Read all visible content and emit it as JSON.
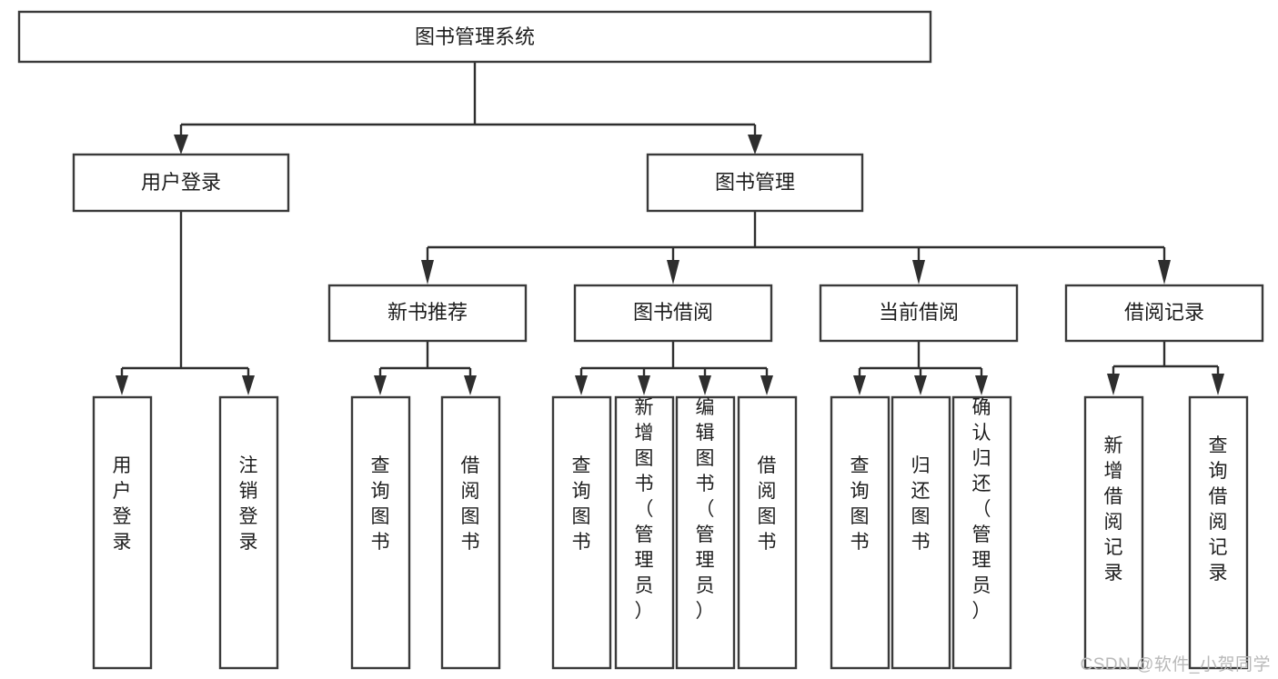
{
  "diagram": {
    "title": "图书管理系统",
    "watermark": "CSDN @软件_小贺同学",
    "orientation": "top-down-tree",
    "background_color": "#ffffff",
    "box_stroke_color": "#3a3a3a",
    "connector_color": "#2e2e2e",
    "text_color": "#1d1d1d"
  },
  "nodes": {
    "root": {
      "label": "图书管理系统",
      "level": 1
    },
    "level2": [
      {
        "id": "user-login",
        "label": "用户登录"
      },
      {
        "id": "book-management",
        "label": "图书管理"
      }
    ],
    "level3": [
      {
        "id": "new-book-recommend",
        "label": "新书推荐",
        "parent": "book-management"
      },
      {
        "id": "book-borrow",
        "label": "图书借阅",
        "parent": "book-management"
      },
      {
        "id": "current-borrow",
        "label": "当前借阅",
        "parent": "book-management"
      },
      {
        "id": "borrow-record",
        "label": "借阅记录",
        "parent": "book-management"
      }
    ],
    "leaves": {
      "user-login": [
        {
          "id": "leaf-user-login",
          "label": "用户登录"
        },
        {
          "id": "leaf-logout",
          "label": "注销登录"
        }
      ],
      "new-book-recommend": [
        {
          "id": "leaf-query-book-1",
          "label": "查询图书"
        },
        {
          "id": "leaf-borrow-book-1",
          "label": "借阅图书"
        }
      ],
      "book-borrow": [
        {
          "id": "leaf-query-book-2",
          "label": "查询图书"
        },
        {
          "id": "leaf-add-book",
          "label": "新增图书（管理员）"
        },
        {
          "id": "leaf-edit-book",
          "label": "编辑图书（管理员）"
        },
        {
          "id": "leaf-borrow-book-2",
          "label": "借阅图书"
        }
      ],
      "current-borrow": [
        {
          "id": "leaf-query-book-3",
          "label": "查询图书"
        },
        {
          "id": "leaf-return-book",
          "label": "归还图书"
        },
        {
          "id": "leaf-confirm-return",
          "label": "确认归还（管理员）"
        }
      ],
      "borrow-record": [
        {
          "id": "leaf-add-record",
          "label": "新增借阅记录"
        },
        {
          "id": "leaf-query-record",
          "label": "查询借阅记录"
        }
      ]
    }
  }
}
